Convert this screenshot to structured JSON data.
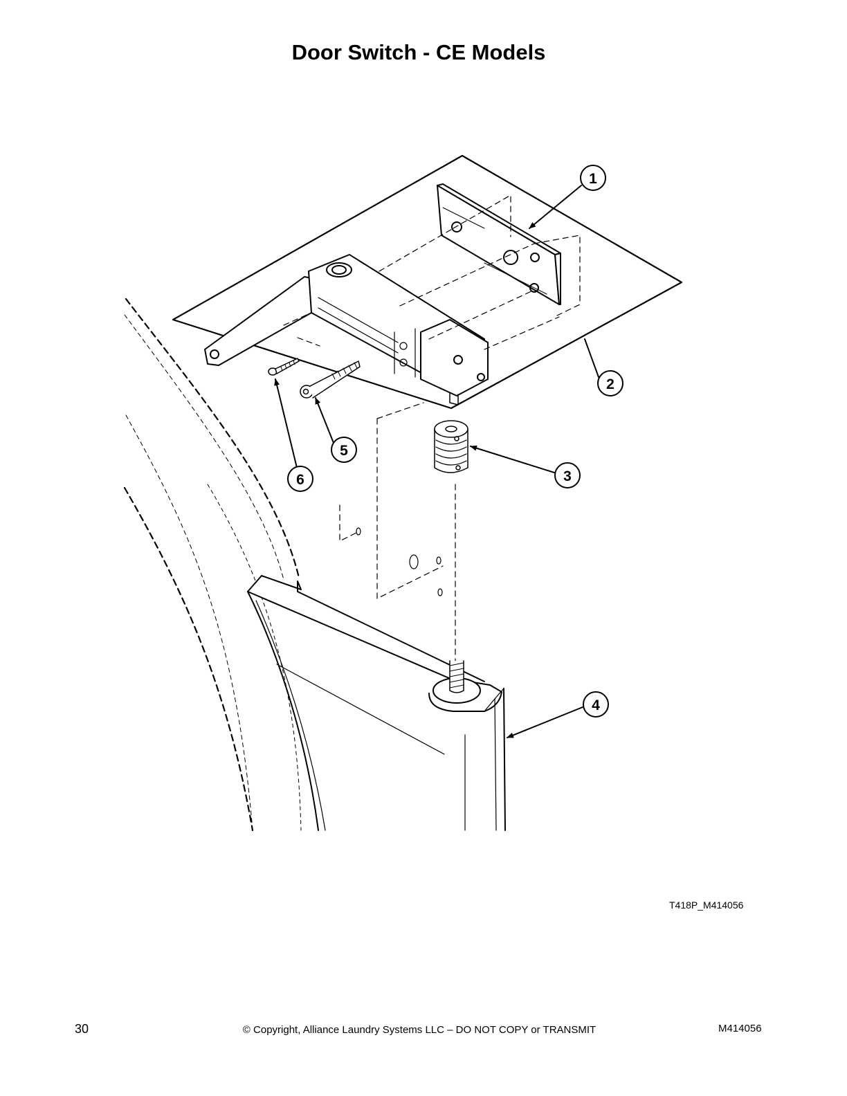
{
  "title": "Door Switch - CE Models",
  "figure_code": "T418P_M414056",
  "callouts": [
    "1",
    "2",
    "3",
    "4",
    "5",
    "6"
  ],
  "footer": {
    "page_number": "30",
    "copyright": "© Copyright, Alliance Laundry Systems LLC – DO NOT COPY or TRANSMIT",
    "document_id": "M414056"
  }
}
